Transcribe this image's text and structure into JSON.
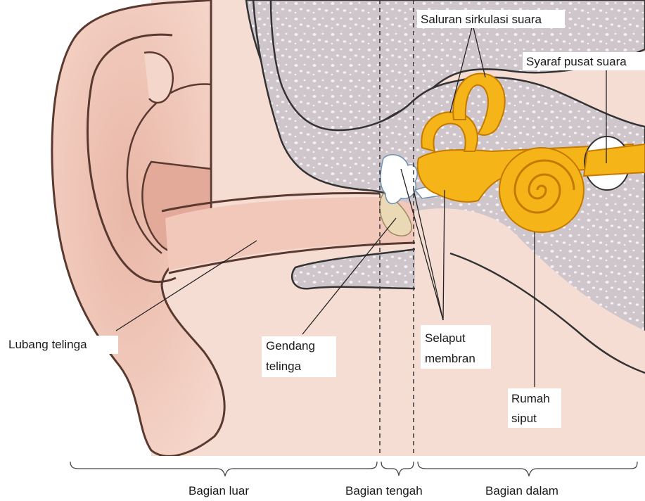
{
  "labels": {
    "saluran_sirkulasi_suara": "Saluran sirkulasi suara",
    "syaraf_pusat_suara": "Syaraf pusat suara",
    "lubang_telinga": "Lubang telinga",
    "gendang_line1": "Gendang",
    "gendang_line2": "telinga",
    "selaput_line1": "Selaput",
    "selaput_line2": "membran",
    "rumah_line1": "Rumah",
    "rumah_line2": "siput"
  },
  "sections": {
    "bagian_luar": "Bagian luar",
    "bagian_tengah": "Bagian tengah",
    "bagian_dalam": "Bagian dalam"
  },
  "colors": {
    "skin": "#f3d3c6",
    "skin_dark": "#dfa898",
    "ear_outline": "#5a3a30",
    "bone": "#cfc6cc",
    "bone_dots": "#f2eef1",
    "cochlea": "#f5b417",
    "cochlea_dark": "#d98a05",
    "ossicles": "#ffffff",
    "eardrum": "#ead9b4"
  }
}
